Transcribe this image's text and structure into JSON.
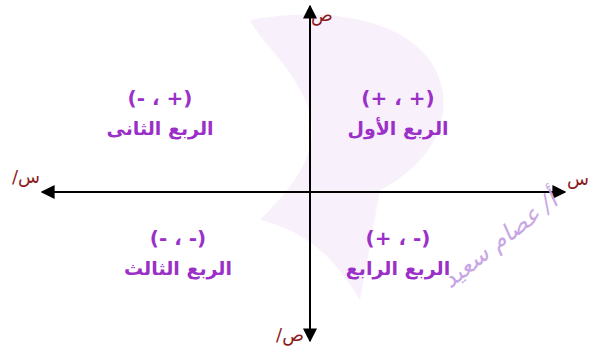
{
  "diagram": {
    "labels": [
      "ص",
      "(- ، +)",
      "(+ ، +)",
      "الربع الثانى",
      "الربع الأول",
      "س/",
      "س",
      "(- ، -)",
      "(+ ، -)",
      "الربع الثالث",
      "الربع الرابع",
      "أ/ عصام سعيد",
      "ص/"
    ]
  }
}
